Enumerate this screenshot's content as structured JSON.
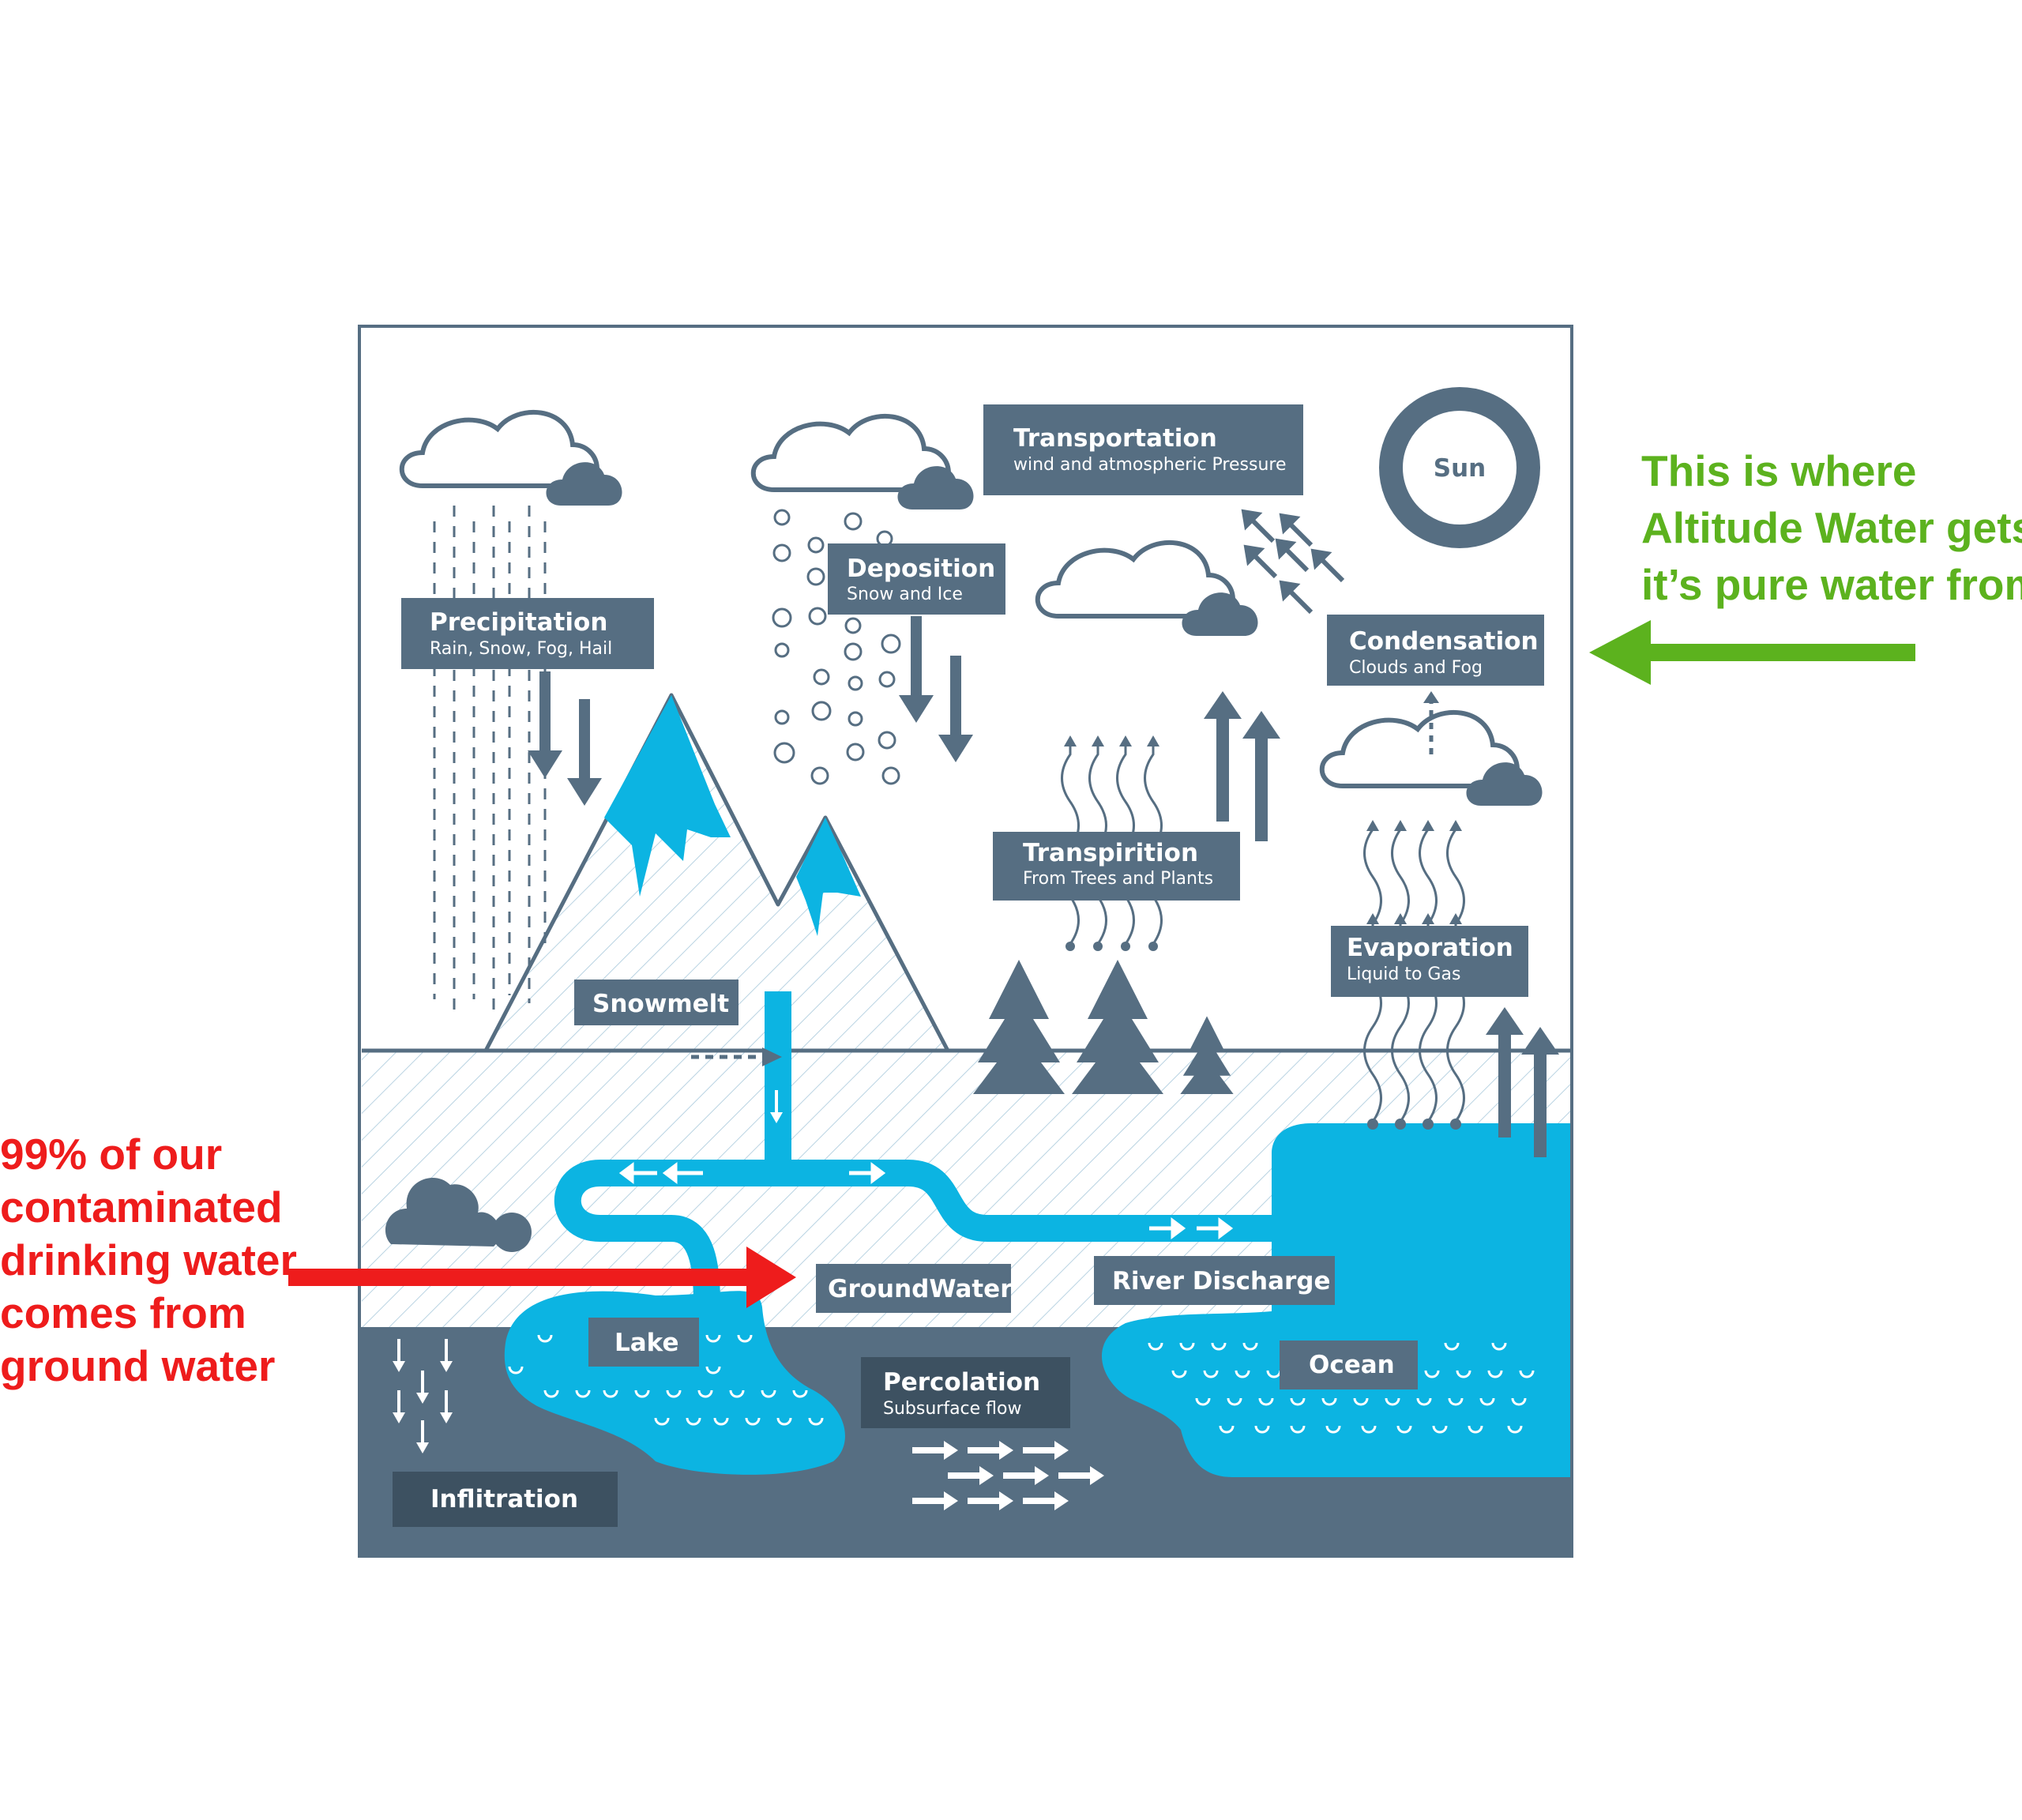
{
  "labels": {
    "transportation": {
      "title": "Transportation",
      "subtitle": "wind and atmospheric Pressure"
    },
    "sun": {
      "title": "Sun"
    },
    "deposition": {
      "title": "Deposition",
      "subtitle": "Snow and Ice"
    },
    "precipitation": {
      "title": "Precipitation",
      "subtitle": "Rain, Snow, Fog, Hail"
    },
    "condensation": {
      "title": "Condensation",
      "subtitle": "Clouds and Fog"
    },
    "transpiration": {
      "title": "Transpirition",
      "subtitle": "From Trees and Plants"
    },
    "evaporation": {
      "title": "Evaporation",
      "subtitle": "Liquid to Gas"
    },
    "snowmelt": {
      "title": "Snowmelt"
    },
    "groundwater": {
      "title": "GroundWater"
    },
    "river_discharge": {
      "title": "River Discharge"
    },
    "lake": {
      "title": "Lake"
    },
    "ocean": {
      "title": "Ocean"
    },
    "percolation": {
      "title": "Percolation",
      "subtitle": "Subsurface flow"
    },
    "infiltration": {
      "title": "Inflitration"
    }
  },
  "annotations": {
    "green": {
      "lines": [
        "This is where",
        "Altitude Water gets",
        "it’s pure water from"
      ]
    },
    "red": {
      "lines": [
        "99% of our",
        "contaminated",
        "drinking water",
        "comes from",
        "ground water"
      ]
    }
  },
  "colors": {
    "slate": "#566e82",
    "water": "#0cb4e2",
    "annotation_green": "#5cb21e",
    "annotation_red": "#ee1c1c"
  },
  "icons": [
    "cloud-icon",
    "sun-icon",
    "tree-icon",
    "rain-drop-icon",
    "snowflake-circle-icon",
    "wavy-vapor-icon",
    "flow-arrow-icon"
  ]
}
